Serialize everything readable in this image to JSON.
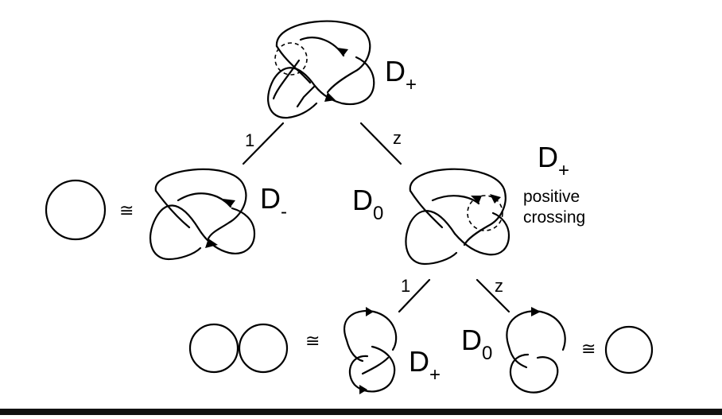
{
  "colors": {
    "ink": "#000000",
    "background": "#ffffff",
    "bottom_bar": "#111111"
  },
  "nodes": {
    "root": {
      "label": "D",
      "sub": "+"
    },
    "left_trefoil": {
      "label": "D",
      "sub": "-"
    },
    "middle": {
      "label": "D",
      "sub": "0"
    },
    "middle_right": {
      "label": "D",
      "sub": "+",
      "note_line1": "positive",
      "note_line2": "crossing"
    },
    "bottom_left": {
      "label": "D",
      "sub": "+"
    },
    "bottom_right": {
      "label": "D",
      "sub": "0"
    }
  },
  "edges": {
    "root_left": "1",
    "root_right": "z",
    "middle_left": "1",
    "middle_right": "z"
  },
  "relations": {
    "iso_1": "≅",
    "iso_2": "≅",
    "iso_3": "≅"
  }
}
